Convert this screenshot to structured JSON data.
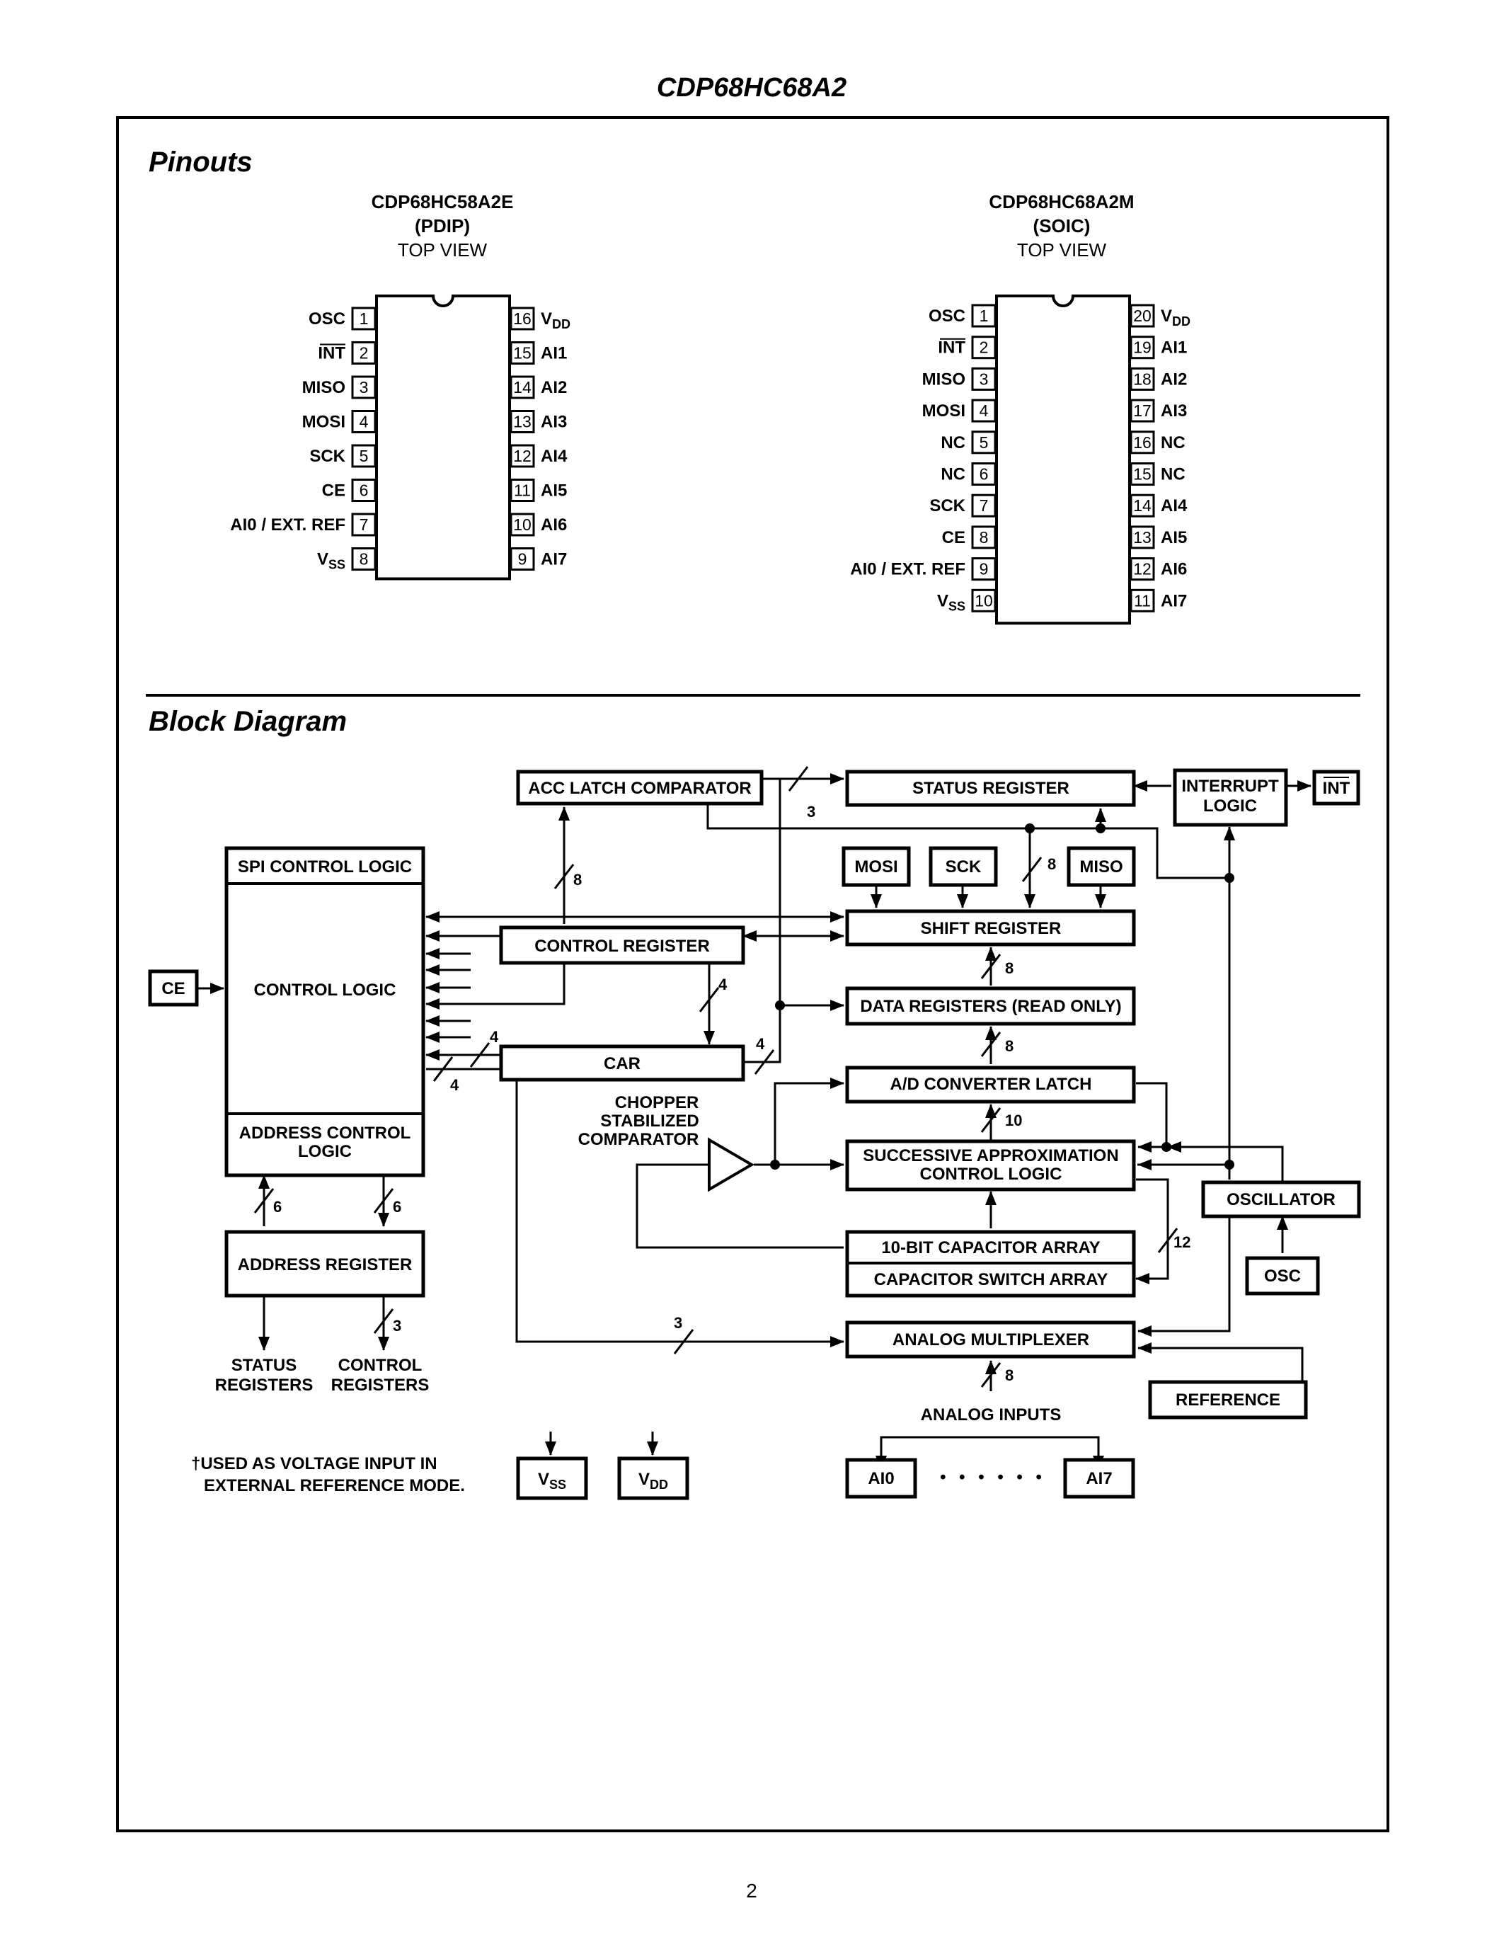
{
  "header": {
    "title": "CDP68HC68A2"
  },
  "pinouts": {
    "heading": "Pinouts",
    "pdip": {
      "name": "CDP68HC58A2E",
      "package": "(PDIP)",
      "view": "TOP VIEW",
      "left": [
        {
          "n": "1",
          "label": "OSC"
        },
        {
          "n": "2",
          "label": "INT"
        },
        {
          "n": "3",
          "label": "MISO"
        },
        {
          "n": "4",
          "label": "MOSI"
        },
        {
          "n": "5",
          "label": "SCK"
        },
        {
          "n": "6",
          "label": "CE"
        },
        {
          "n": "7",
          "label": "AI0 / EXT. REF"
        },
        {
          "n": "8",
          "label": "V",
          "sub": "SS"
        }
      ],
      "right": [
        {
          "n": "16",
          "label": "V",
          "sub": "DD"
        },
        {
          "n": "15",
          "label": "AI1"
        },
        {
          "n": "14",
          "label": "AI2"
        },
        {
          "n": "13",
          "label": "AI3"
        },
        {
          "n": "12",
          "label": "AI4"
        },
        {
          "n": "11",
          "label": "AI5"
        },
        {
          "n": "10",
          "label": "AI6"
        },
        {
          "n": "9",
          "label": "AI7"
        }
      ]
    },
    "soic": {
      "name": "CDP68HC68A2M",
      "package": "(SOIC)",
      "view": "TOP VIEW",
      "left": [
        {
          "n": "1",
          "label": "OSC"
        },
        {
          "n": "2",
          "label": "INT"
        },
        {
          "n": "3",
          "label": "MISO"
        },
        {
          "n": "4",
          "label": "MOSI"
        },
        {
          "n": "5",
          "label": "NC"
        },
        {
          "n": "6",
          "label": "NC"
        },
        {
          "n": "7",
          "label": "SCK"
        },
        {
          "n": "8",
          "label": "CE"
        },
        {
          "n": "9",
          "label": "AI0 / EXT. REF"
        },
        {
          "n": "10",
          "label": "V",
          "sub": "SS"
        }
      ],
      "right": [
        {
          "n": "20",
          "label": "V",
          "sub": "DD"
        },
        {
          "n": "19",
          "label": "AI1"
        },
        {
          "n": "18",
          "label": "AI2"
        },
        {
          "n": "17",
          "label": "AI3"
        },
        {
          "n": "16",
          "label": "NC"
        },
        {
          "n": "15",
          "label": "NC"
        },
        {
          "n": "14",
          "label": "AI4"
        },
        {
          "n": "13",
          "label": "AI5"
        },
        {
          "n": "12",
          "label": "AI6"
        },
        {
          "n": "11",
          "label": "AI7"
        }
      ]
    }
  },
  "block_diagram": {
    "heading": "Block Diagram",
    "blocks": {
      "acc_latch": "ACC LATCH COMPARATOR",
      "status_register": "STATUS REGISTER",
      "interrupt_logic_1": "INTERRUPT",
      "interrupt_logic_2": "LOGIC",
      "int_out": "INT",
      "spi_control_logic": "SPI CONTROL LOGIC",
      "control_logic": "CONTROL LOGIC",
      "address_control_1": "ADDRESS CONTROL",
      "address_control_2": "LOGIC",
      "ce": "CE",
      "mosi": "MOSI",
      "sck": "SCK",
      "miso": "MISO",
      "control_register": "CONTROL REGISTER",
      "shift_register": "SHIFT REGISTER",
      "data_registers": "DATA REGISTERS (READ ONLY)",
      "car": "CAR",
      "ad_latch": "A/D CONVERTER LATCH",
      "chopper_1": "CHOPPER",
      "chopper_2": "STABILIZED",
      "chopper_3": "COMPARATOR",
      "sar_1": "SUCCESSIVE APPROXIMATION",
      "sar_2": "CONTROL LOGIC",
      "oscillator": "OSCILLATOR",
      "osc": "OSC",
      "cap_array": "10-BIT CAPACITOR ARRAY",
      "cap_switch": "CAPACITOR SWITCH ARRAY",
      "address_register": "ADDRESS REGISTER",
      "status_registers_1": "STATUS",
      "status_registers_2": "REGISTERS",
      "control_registers_1": "CONTROL",
      "control_registers_2": "REGISTERS",
      "analog_mux": "ANALOG MULTIPLEXER",
      "reference": "REFERENCE",
      "analog_inputs": "ANALOG INPUTS",
      "ai0": "AI0",
      "ai7": "AI7",
      "dots": "• • • • • •",
      "vss": "V",
      "vss_sub": "SS",
      "vdd": "V",
      "vdd_sub": "DD"
    },
    "bus_widths": {
      "acc_status": "3",
      "acc_ctrl": "8",
      "sck_shift": "8",
      "shift_data": "8",
      "ctrl_car": "4",
      "ctl_car_a": "4",
      "ctl_car_b": "4",
      "car_data": "4",
      "data_latch": "8",
      "latch_sar": "10",
      "sar_cap": "12",
      "addr_ctl_a": "6",
      "addr_ctl_b": "6",
      "addr_ctrl_regs": "3",
      "car_mux": "3",
      "inputs_mux": "8"
    },
    "footnote_1": "†USED AS VOLTAGE INPUT IN",
    "footnote_2": "EXTERNAL REFERENCE MODE."
  },
  "footer": {
    "page_number": "2"
  }
}
